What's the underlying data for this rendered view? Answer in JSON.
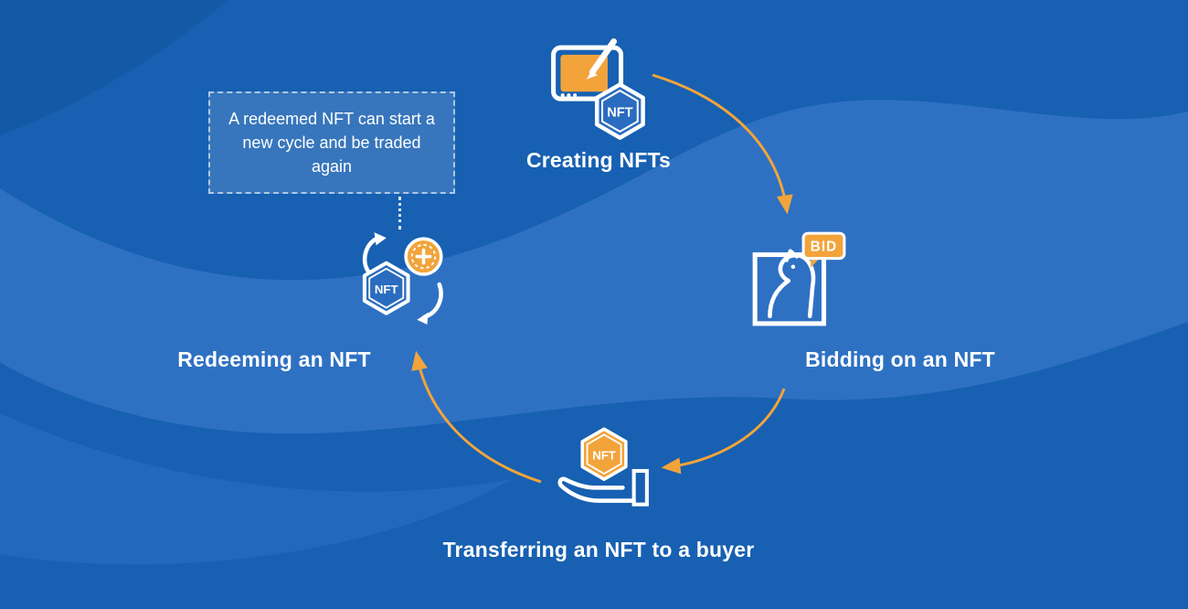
{
  "stages": {
    "creating": {
      "label": "Creating NFTs"
    },
    "bidding": {
      "label": "Bidding on an NFT"
    },
    "transferring": {
      "label": "Transferring an NFT to a buyer"
    },
    "redeeming": {
      "label": "Redeeming an NFT"
    }
  },
  "note": {
    "text": "A redeemed NFT can start a new cycle and be traded again"
  },
  "icon_labels": {
    "nft": "NFT",
    "bid": "BID"
  },
  "colors": {
    "background": "#1760B2",
    "wave": "#2E71C3",
    "accent_orange": "#F2A43B",
    "icon_stroke": "#FFFFFF",
    "text": "#FFFFFF"
  }
}
